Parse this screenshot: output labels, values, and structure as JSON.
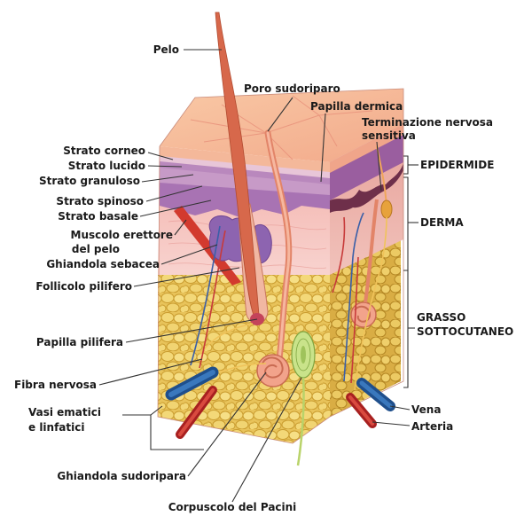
{
  "labels": {
    "pelo": "Pelo",
    "poro": "Poro sudoriparo",
    "papilla_dermica": "Papilla dermica",
    "terminazione_1": "Terminazione nervosa",
    "terminazione_2": "sensitiva",
    "strato_corneo": "Strato corneo",
    "strato_lucido": "Strato lucido",
    "strato_granuloso": "Strato granuloso",
    "strato_spinoso": "Strato spinoso",
    "strato_basale": "Strato basale",
    "muscolo_1": "Muscolo erettore",
    "muscolo_2": "del pelo",
    "ghiandola_sebacea": "Ghiandola sebacea",
    "follicolo": "Follicolo pilifero",
    "papilla_pilifera": "Papilla pilifera",
    "fibra": "Fibra nervosa",
    "vasi_1": "Vasi ematici",
    "vasi_2": "e linfatici",
    "ghiandola_sudoripara": "Ghiandola sudoripara",
    "pacini": "Corpuscolo del Pacini",
    "epidermide": "EPIDERMIDE",
    "derma": "DERMA",
    "grasso_1": "GRASSO",
    "grasso_2": "SOTTOCUTANEO",
    "vena": "Vena",
    "arteria": "Arteria"
  }
}
